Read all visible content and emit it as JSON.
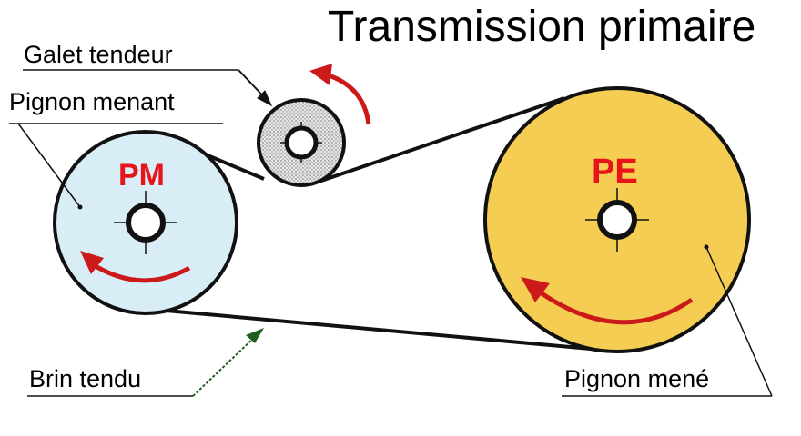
{
  "title": "Transmission primaire",
  "labels": {
    "galet_tendeur": "Galet tendeur",
    "pignon_menant": "Pignon menant",
    "brin_tendu": "Brin tendu",
    "pignon_mene": "Pignon mené"
  },
  "pulleys": {
    "pm": {
      "label": "PM",
      "color": "#d9edf7"
    },
    "pe": {
      "label": "PE",
      "color": "#f5cd52"
    },
    "galet": {
      "color": "#d4d4d4"
    }
  },
  "colors": {
    "rotation_arrow": "#cc1a1a",
    "pulley_label": "#e8141b",
    "leader_green": "#1f5e1f"
  }
}
